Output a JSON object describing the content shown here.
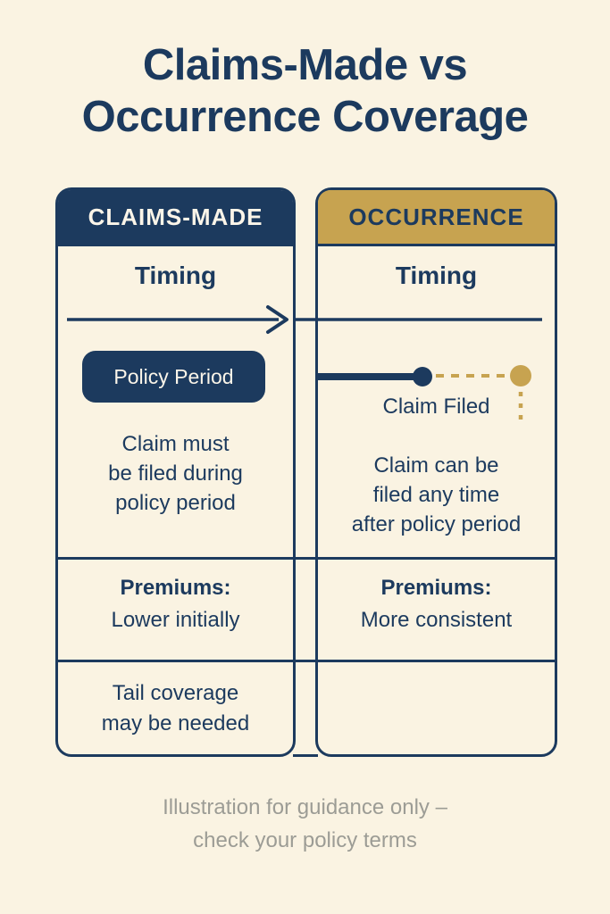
{
  "colors": {
    "background": "#FAF3E2",
    "navy": "#1C3A5E",
    "gold": "#C7A350",
    "text-on-navy": "#FBF5E9",
    "footer-gray": "#9C9C95"
  },
  "page": {
    "title": "Claims-Made vs\nOccurrence Coverage",
    "footer": "Illustration for guidance only –\ncheck your policy terms"
  },
  "columns": {
    "claims_made": {
      "header": "CLAIMS-MADE",
      "timing_label": "Timing",
      "policy_period_label": "Policy Period",
      "timing_description": "Claim must\nbe filed during\npolicy period",
      "premiums_label": "Premiums:",
      "premiums_value": "Lower initially",
      "note": "Tail coverage\nmay be needed"
    },
    "occurrence": {
      "header": "OCCURRENCE",
      "timing_label": "Timing",
      "claim_filed_label": "Claim Filed",
      "timing_description": "Claim can be\nfiled any time\nafter policy period",
      "premiums_label": "Premiums:",
      "premiums_value": "More consistent"
    }
  }
}
